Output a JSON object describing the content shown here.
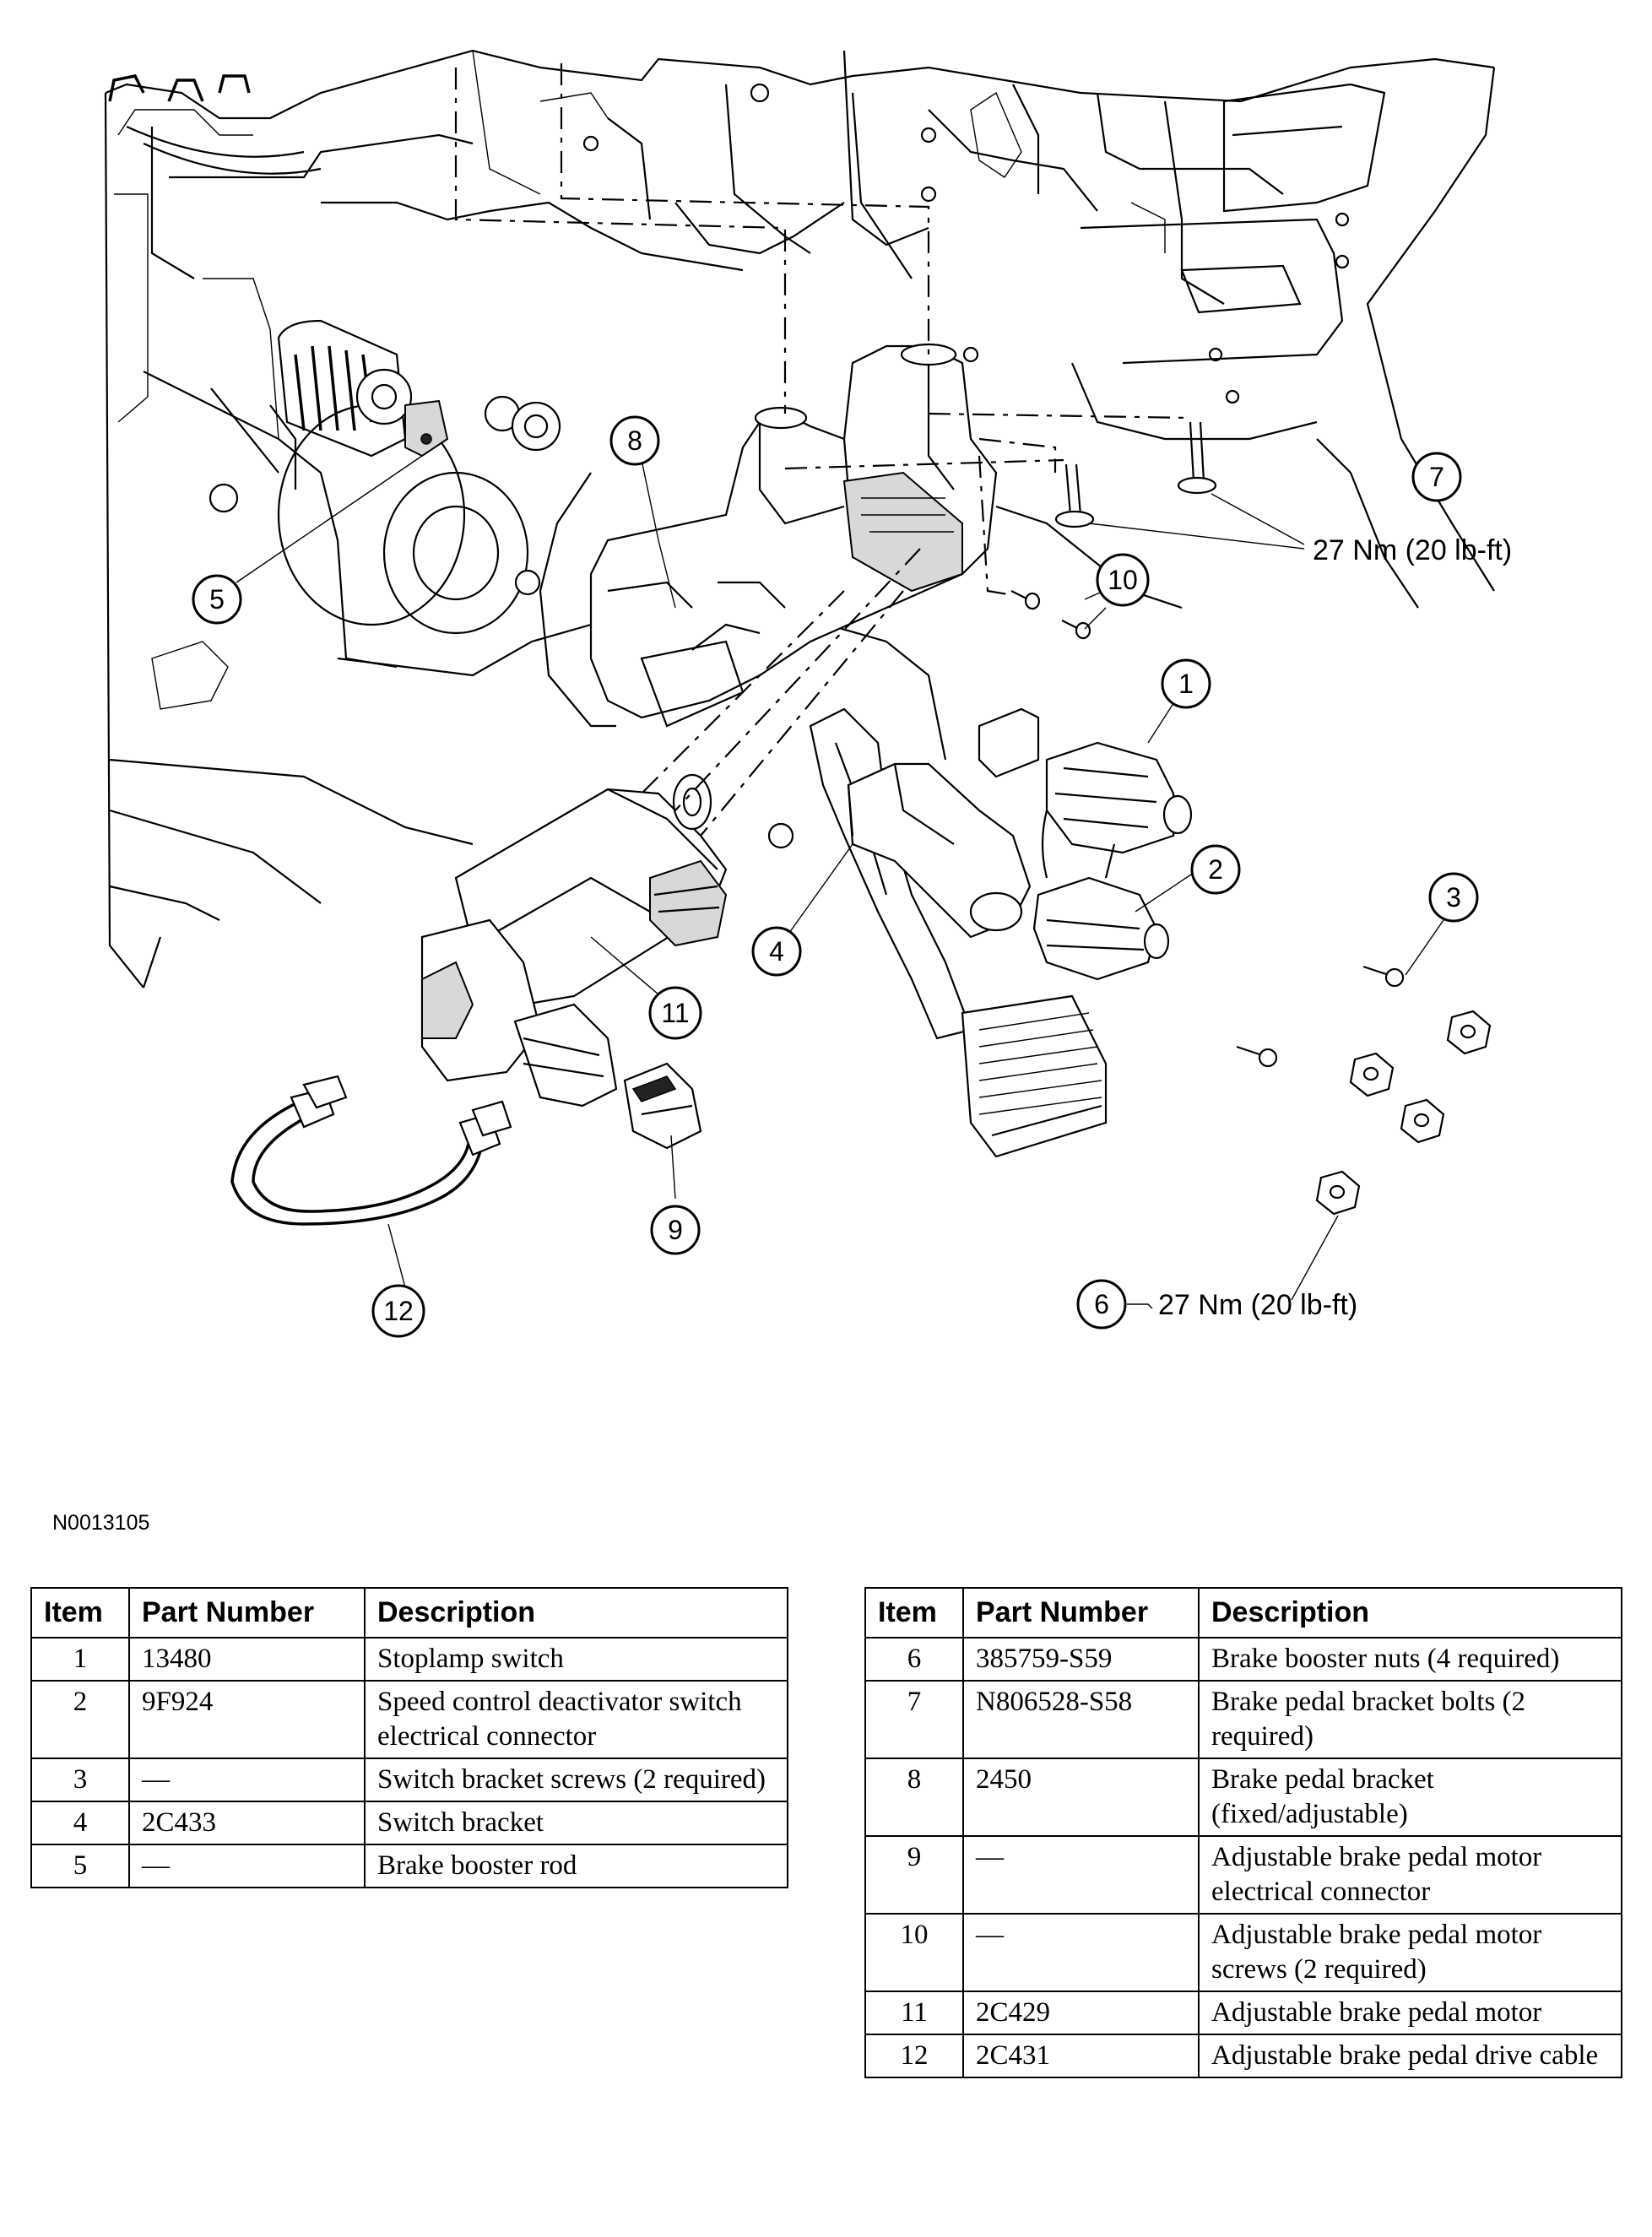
{
  "figure_code": "N0013105",
  "callouts": [
    "1",
    "2",
    "3",
    "4",
    "5",
    "6",
    "7",
    "8",
    "9",
    "10",
    "11",
    "12"
  ],
  "torque_labels": {
    "item7": "27 Nm (20 lb-ft)",
    "item6": "27 Nm (20 lb-ft)"
  },
  "table_headers": {
    "item": "Item",
    "part_number": "Part Number",
    "description": "Description"
  },
  "table_left": [
    {
      "item": "1",
      "part_number": "13480",
      "description": "Stoplamp switch"
    },
    {
      "item": "2",
      "part_number": "9F924",
      "description": "Speed control deactivator switch electrical connector"
    },
    {
      "item": "3",
      "part_number": "—",
      "description": "Switch bracket screws (2 required)"
    },
    {
      "item": "4",
      "part_number": "2C433",
      "description": "Switch bracket"
    },
    {
      "item": "5",
      "part_number": "—",
      "description": "Brake booster rod"
    }
  ],
  "table_right": [
    {
      "item": "6",
      "part_number": "385759-S59",
      "description": "Brake booster nuts (4 required)"
    },
    {
      "item": "7",
      "part_number": "N806528-S58",
      "description": "Brake pedal bracket bolts (2 required)"
    },
    {
      "item": "8",
      "part_number": "2450",
      "description": "Brake pedal bracket (fixed/adjustable)"
    },
    {
      "item": "9",
      "part_number": "—",
      "description": "Adjustable brake pedal motor electrical connector"
    },
    {
      "item": "10",
      "part_number": "—",
      "description": "Adjustable brake pedal motor screws (2 required)"
    },
    {
      "item": "11",
      "part_number": "2C429",
      "description": "Adjustable brake pedal motor"
    },
    {
      "item": "12",
      "part_number": "2C431",
      "description": "Adjustable brake pedal drive cable"
    }
  ]
}
